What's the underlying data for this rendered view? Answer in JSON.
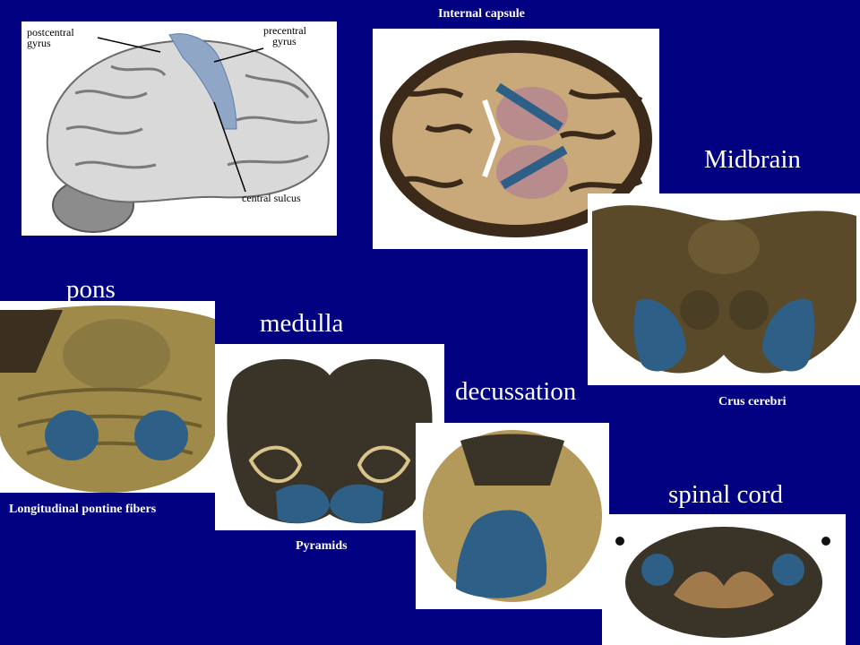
{
  "titles": {
    "midbrain": "Midbrain",
    "pons": "pons",
    "medulla": "medulla",
    "decussation": "decussation",
    "spinal_cord": "spinal cord"
  },
  "captions": {
    "internal_capsule": "Internal capsule",
    "crus_cerebri": "Crus cerebri",
    "pontine_fibers": "Longitudinal pontine fibers",
    "pyramids": "Pyramids"
  },
  "brain_labels": {
    "postcentral_1": "postcentral",
    "postcentral_2": "gyrus",
    "precentral_1": "precentral",
    "precentral_2": "gyrus",
    "central_sulcus": "central sulcus"
  },
  "colors": {
    "background": "#000080",
    "tract_highlight": "#2e5f86",
    "tissue_tan": "#c9a97a",
    "tissue_dark": "#3b2a1a"
  }
}
